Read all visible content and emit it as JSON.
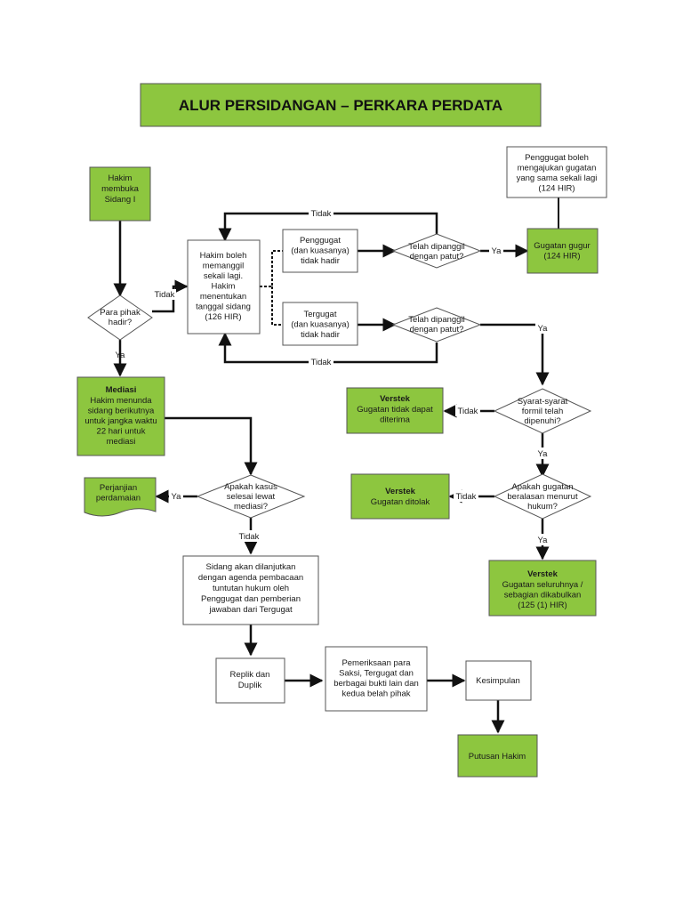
{
  "title": "ALUR PERSIDANGAN – PERKARA PERDATA",
  "colors": {
    "green": "#8DC63F",
    "white": "#FFFFFF",
    "line": "#111111",
    "border": "#555555"
  },
  "nodes": {
    "hakim_membuka": {
      "lines": [
        "Hakim",
        "membuka",
        "Sidang I"
      ]
    },
    "para_pihak": {
      "lines": [
        "Para pihak",
        "hadir?"
      ]
    },
    "hakim_boleh": {
      "lines": [
        "Hakim boleh",
        "memanggil",
        "sekali lagi.",
        "Hakim",
        "menentukan",
        "tanggal sidang",
        "(126 HIR)"
      ]
    },
    "penggugat_tidak_hadir": {
      "lines": [
        "Penggugat",
        "(dan kuasanya)",
        "tidak hadir"
      ]
    },
    "tergugat_tidak_hadir": {
      "lines": [
        "Tergugat",
        "(dan kuasanya)",
        "tidak hadir"
      ]
    },
    "telah_dipanggil_1": {
      "lines": [
        "Telah dipanggil",
        "dengan patut?"
      ]
    },
    "telah_dipanggil_2": {
      "lines": [
        "Telah dipanggil",
        "dengan patut?"
      ]
    },
    "penggugat_boleh": {
      "lines": [
        "Penggugat boleh",
        "mengajukan gugatan",
        "yang sama sekali lagi",
        "(124 HIR)"
      ]
    },
    "gugatan_gugur": {
      "lines": [
        "Gugatan gugur",
        "(124 HIR)"
      ]
    },
    "mediasi": {
      "heading": "Mediasi",
      "lines": [
        "Hakim menunda",
        "sidang berikutnya",
        "untuk jangka waktu",
        "22 hari untuk",
        "mediasi"
      ]
    },
    "syarat_formil": {
      "lines": [
        "Syarat-syarat",
        "formil telah",
        "dipenuhi?"
      ]
    },
    "verstek_tidak_dapat": {
      "heading": "Verstek",
      "lines": [
        "Gugatan tidak dapat",
        "diterima"
      ]
    },
    "apakah_kasus": {
      "lines": [
        "Apakah kasus",
        "selesai lewat",
        "mediasi?"
      ]
    },
    "perjanjian": {
      "lines": [
        "Perjanjian",
        "perdamaian"
      ]
    },
    "apakah_gugatan": {
      "lines": [
        "Apakah gugatan",
        "beralasan menurut",
        "hukum?"
      ]
    },
    "verstek_ditolak": {
      "heading": "Verstek",
      "lines": [
        "Gugatan ditolak"
      ]
    },
    "verstek_dikabulkan": {
      "heading": "Verstek",
      "lines": [
        "Gugatan seluruhnya /",
        "sebagian dikabulkan",
        "(125 (1) HIR)"
      ]
    },
    "sidang_dilanjutkan": {
      "lines": [
        "Sidang akan dilanjutkan",
        "dengan agenda pembacaan",
        "tuntutan hukum oleh",
        "Penggugat dan pemberian",
        "jawaban dari Tergugat"
      ]
    },
    "replik_duplik": {
      "lines": [
        "Replik dan",
        "Duplik"
      ]
    },
    "pemeriksaan": {
      "lines": [
        "Pemeriksaan para",
        "Saksi, Tergugat dan",
        "berbagai bukti lain dan",
        "kedua belah pihak"
      ]
    },
    "kesimpulan": {
      "lines": [
        "Kesimpulan"
      ]
    },
    "putusan": {
      "lines": [
        "Putusan Hakim"
      ]
    }
  },
  "edge_labels": {
    "tidak_para_pihak": "Tidak",
    "ya_para_pihak": "Ya",
    "tidak_loop_top": "Tidak",
    "tidak_loop_bottom": "Tidak",
    "ya_gugur": "Ya",
    "ya_tergugat": "Ya",
    "tidak_syarat": "Tidak",
    "ya_syarat": "Ya",
    "tidak_beralasan": "Tidak",
    "ya_beralasan": "Ya",
    "ya_mediasi": "Ya",
    "tidak_mediasi": "Tidak"
  }
}
